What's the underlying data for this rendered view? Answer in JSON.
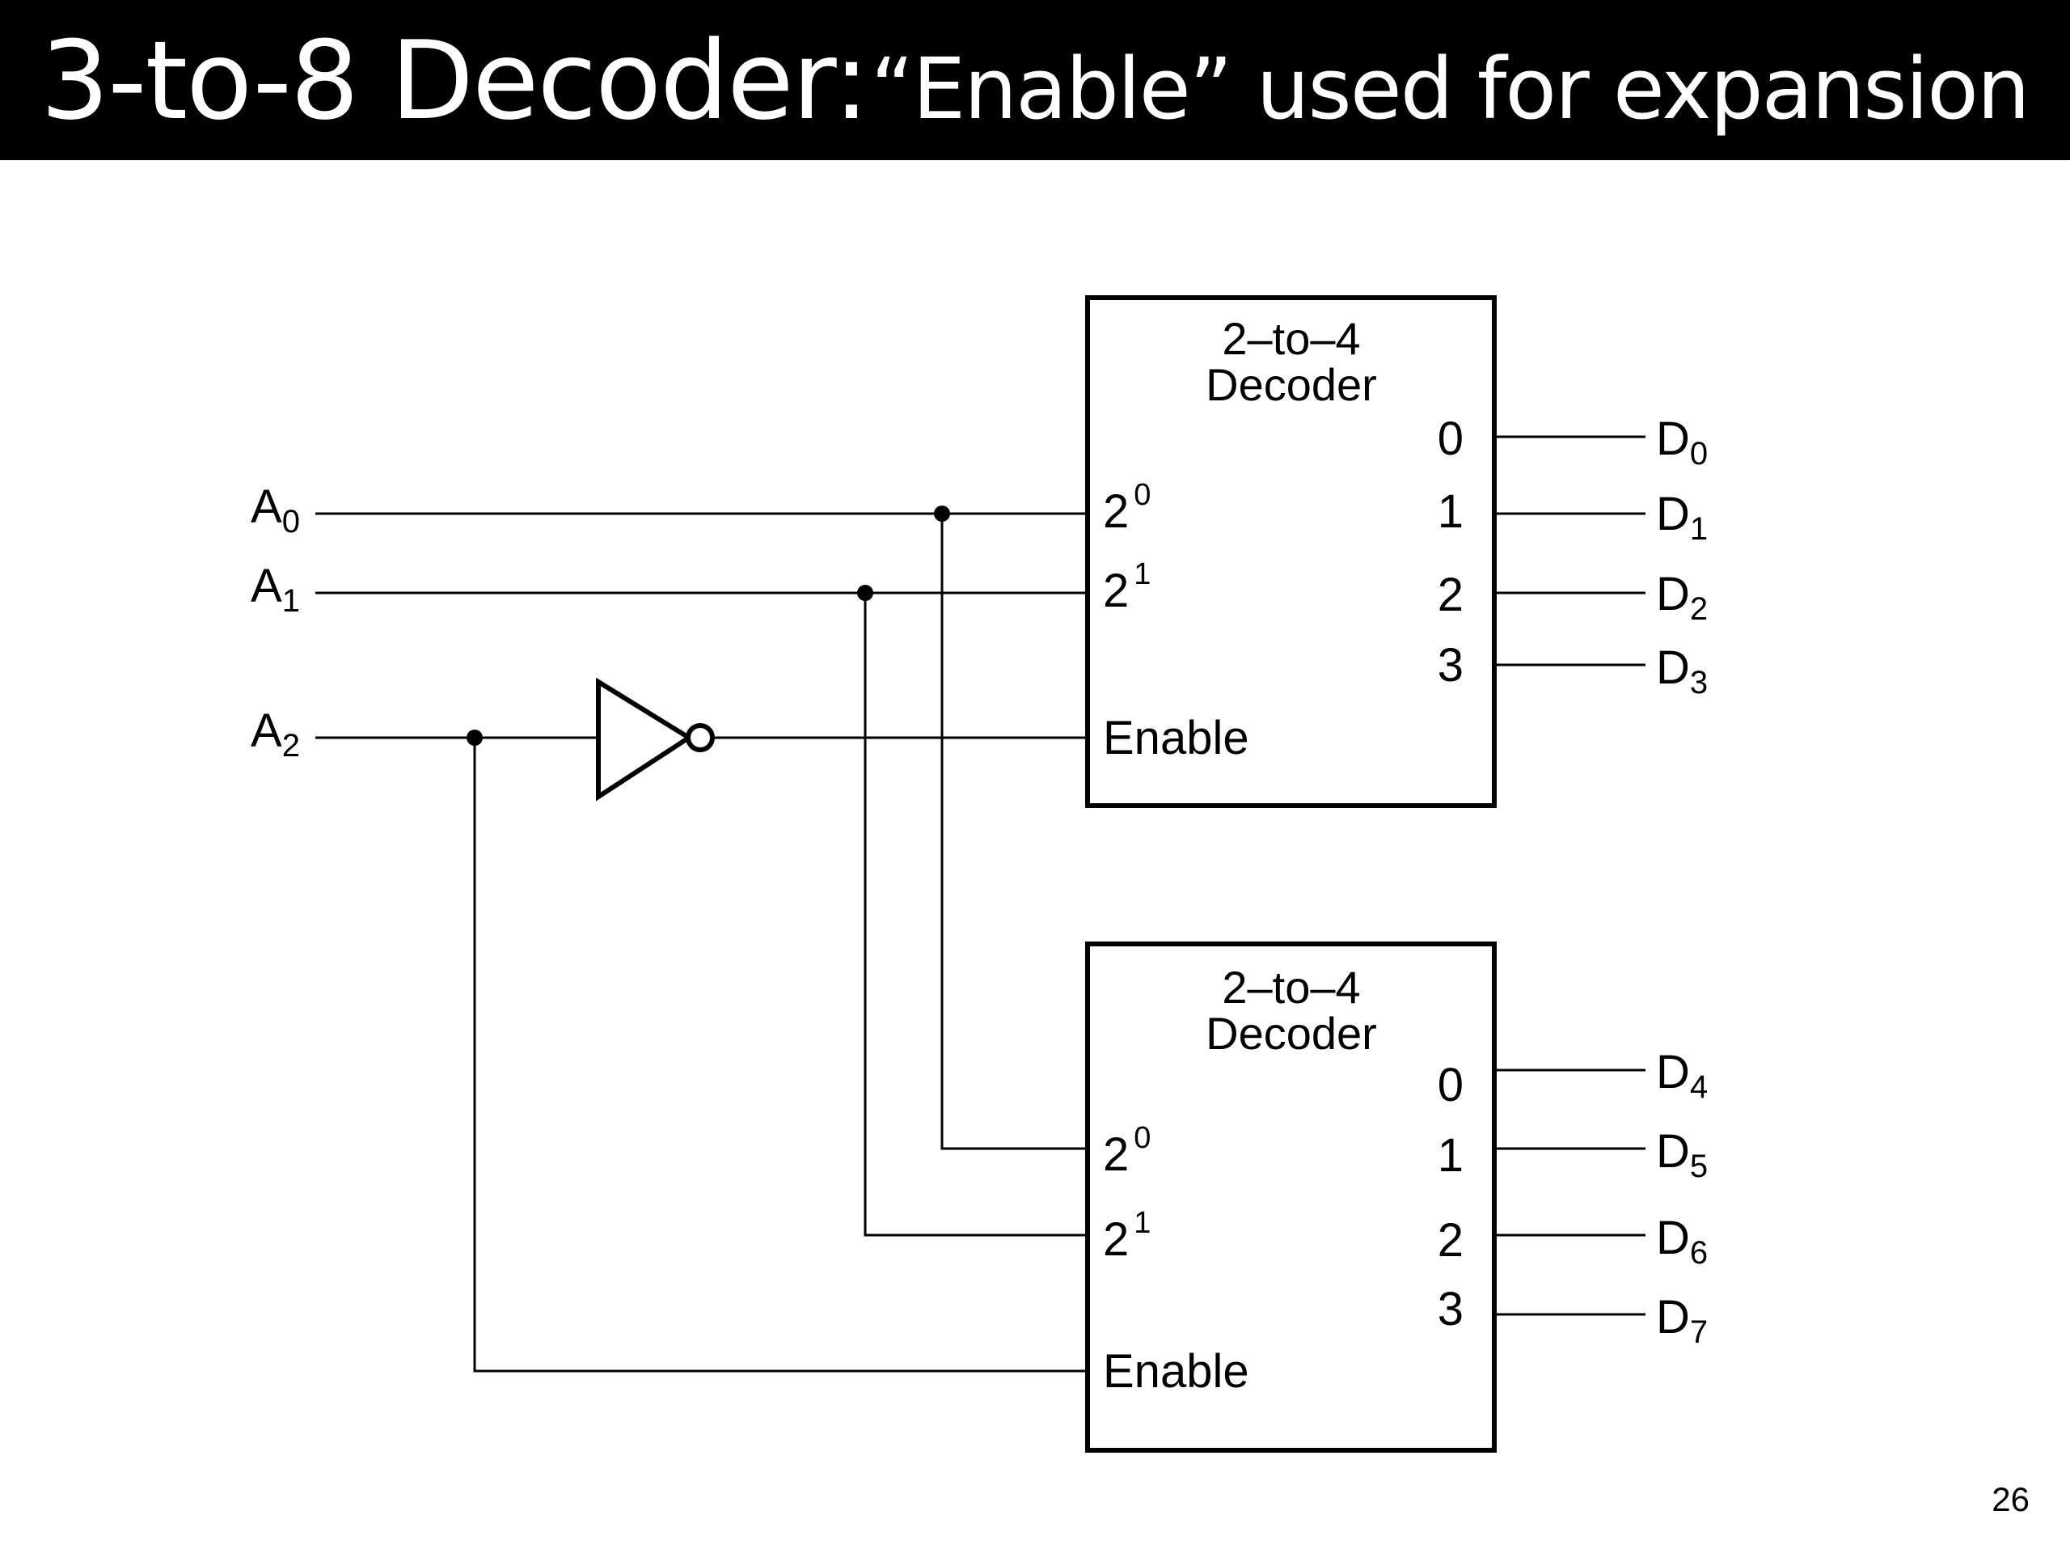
{
  "slide": {
    "title_main": "3-to-8 Decoder:",
    "title_sub": "“Enable” used for expansion",
    "page_number": "26"
  },
  "inputs": [
    {
      "letter": "A",
      "index": "0"
    },
    {
      "letter": "A",
      "index": "1"
    },
    {
      "letter": "A",
      "index": "2"
    }
  ],
  "decoders": [
    {
      "title_line1": "2–to–4",
      "title_line2": "Decoder",
      "inputs": [
        {
          "base": "2",
          "exp": "0"
        },
        {
          "base": "2",
          "exp": "1"
        }
      ],
      "enable_label": "Enable",
      "output_numbers": [
        "0",
        "1",
        "2",
        "3"
      ],
      "outputs": [
        {
          "letter": "D",
          "index": "0"
        },
        {
          "letter": "D",
          "index": "1"
        },
        {
          "letter": "D",
          "index": "2"
        },
        {
          "letter": "D",
          "index": "3"
        }
      ]
    },
    {
      "title_line1": "2–to–4",
      "title_line2": "Decoder",
      "inputs": [
        {
          "base": "2",
          "exp": "0"
        },
        {
          "base": "2",
          "exp": "1"
        }
      ],
      "enable_label": "Enable",
      "output_numbers": [
        "0",
        "1",
        "2",
        "3"
      ],
      "outputs": [
        {
          "letter": "D",
          "index": "4"
        },
        {
          "letter": "D",
          "index": "5"
        },
        {
          "letter": "D",
          "index": "6"
        },
        {
          "letter": "D",
          "index": "7"
        }
      ]
    }
  ]
}
